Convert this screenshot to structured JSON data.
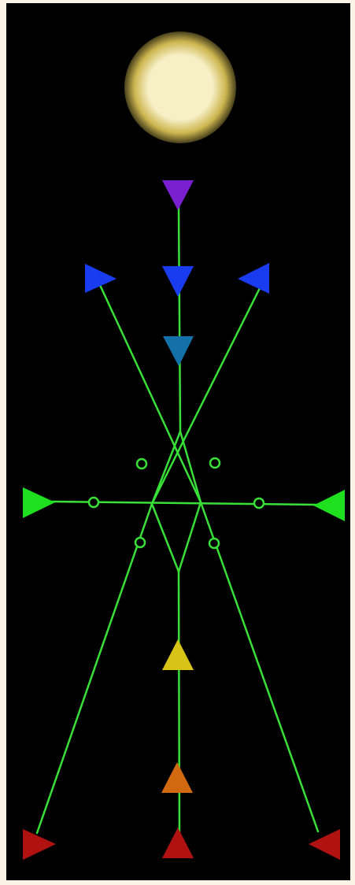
{
  "diagram": {
    "background_color": "#000000",
    "border_color": "#fbf3e6",
    "line_color": "#38e038",
    "sun": {
      "icon": "sun-icon",
      "core_color": "#f7efc6",
      "glow_color": "#cdb64f"
    },
    "markers": [
      {
        "id": "violet-crown",
        "icon": "triangle-down-icon",
        "color": "#7a1fd0"
      },
      {
        "id": "blue-upper-center",
        "icon": "triangle-down-icon",
        "color": "#1a3cf0"
      },
      {
        "id": "blue-left",
        "icon": "triangle-right-icon",
        "color": "#1a3cf0"
      },
      {
        "id": "blue-right",
        "icon": "triangle-left-icon",
        "color": "#1a3cf0"
      },
      {
        "id": "teal-center",
        "icon": "triangle-down-icon",
        "color": "#1470a8"
      },
      {
        "id": "green-left",
        "icon": "triangle-right-icon",
        "color": "#1fe01f"
      },
      {
        "id": "green-right",
        "icon": "triangle-left-icon",
        "color": "#1fe01f"
      },
      {
        "id": "yellow-center",
        "icon": "triangle-up-icon",
        "color": "#d8c417"
      },
      {
        "id": "orange-center",
        "icon": "triangle-up-icon",
        "color": "#d0690f"
      },
      {
        "id": "red-left",
        "icon": "triangle-right-icon",
        "color": "#b01212"
      },
      {
        "id": "red-center",
        "icon": "triangle-up-icon",
        "color": "#b01212"
      },
      {
        "id": "red-right",
        "icon": "triangle-left-icon",
        "color": "#b01212"
      }
    ]
  }
}
